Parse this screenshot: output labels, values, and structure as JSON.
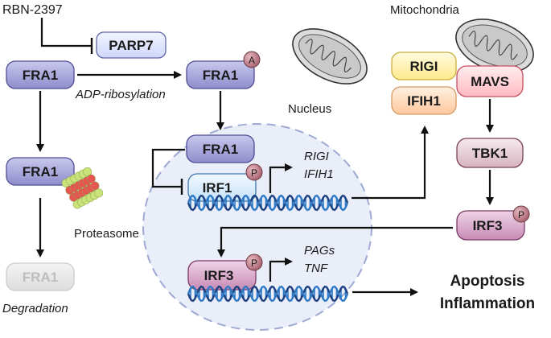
{
  "labels": {
    "drug": "RBN-2397",
    "mitochondria": "Mitochondria",
    "nucleus": "Nucleus",
    "adp": "ADP-ribosylation",
    "proteasome": "Proteasome",
    "degradation": "Degradation",
    "rigi_gene": "RIGI",
    "ifih1_gene": "IFIH1",
    "pags_gene": "PAGs",
    "tnf_gene": "TNF",
    "apoptosis": "Apoptosis",
    "inflammation": "Inflammation"
  },
  "nodes": {
    "parp7": "PARP7",
    "fra1_start": "FRA1",
    "fra1_modified": "FRA1",
    "fra1_left": "FRA1",
    "fra1_degraded": "FRA1",
    "fra1_nucleus": "FRA1",
    "irf1": "IRF1",
    "rigi": "RIGI",
    "ifih1": "IFIH1",
    "mavs": "MAVS",
    "tbk1": "TBK1",
    "irf3_cyto": "IRF3",
    "irf3_nucleus": "IRF3"
  },
  "badges": {
    "acetyl": "A",
    "phospho_irf1": "P",
    "phospho_irf3_cyto": "P",
    "phospho_irf3_nucleus": "P"
  },
  "colors": {
    "fra1": "#9f9ed6",
    "parp7": "#dfe4ff",
    "irf1": "#dbeeff",
    "rigi": "#fff3b0",
    "ifih1": "#ffd7b8",
    "mavs": "#ffcfd4",
    "tbk1": "#e6cfd6",
    "irf3": "#d8a6c9",
    "nucleus": "#e8edf9",
    "dna_blue": "#2f78c4",
    "dna_dark": "#1c3f7d",
    "badge": "#c07a86"
  }
}
